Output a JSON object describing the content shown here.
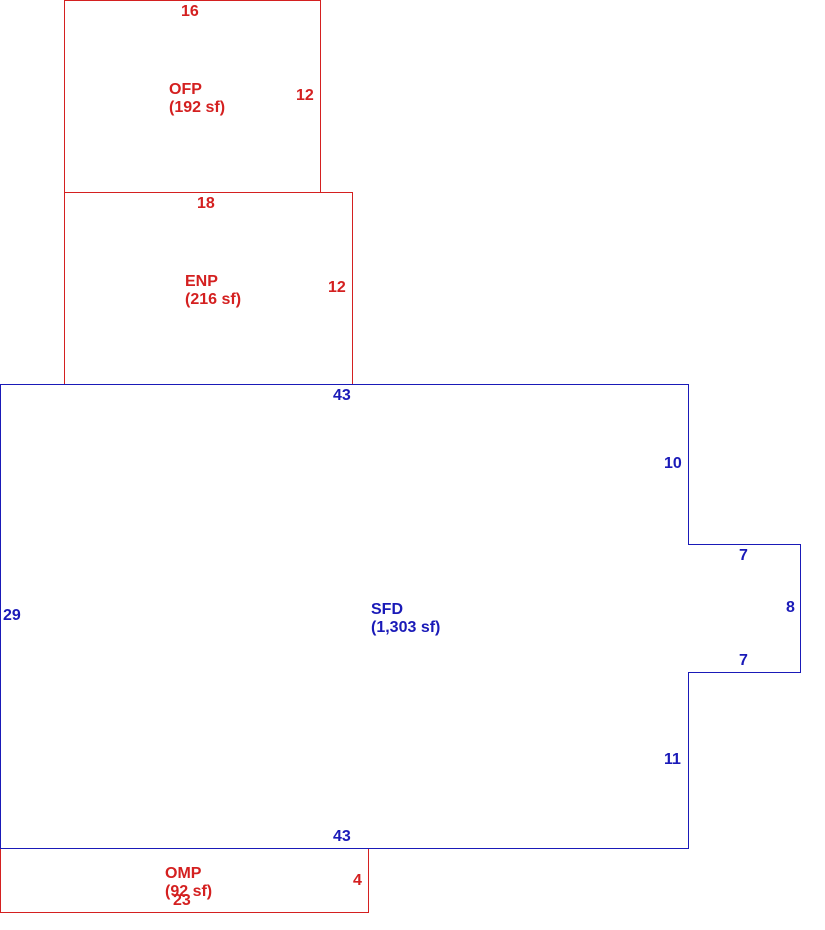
{
  "colors": {
    "addition": "#d42020",
    "main_structure": "#1a1ab8"
  },
  "areas": {
    "ofp": {
      "code": "OFP",
      "area": "(192 sf)",
      "top_dim": "16",
      "right_dim": "12"
    },
    "enp": {
      "code": "ENP",
      "area": "(216 sf)",
      "top_dim": "18",
      "right_dim": "12"
    },
    "sfd": {
      "code": "SFD",
      "area": "(1,303 sf)",
      "top_dim": "43",
      "bottom_dim": "43",
      "left_dim": "29",
      "right_upper_dim": "10",
      "bump_top_dim": "7",
      "bump_right_dim": "8",
      "bump_bottom_dim": "7",
      "right_lower_dim": "11"
    },
    "omp": {
      "code": "OMP",
      "area": "(92 sf)",
      "bottom_dim": "23",
      "right_dim": "4"
    }
  }
}
